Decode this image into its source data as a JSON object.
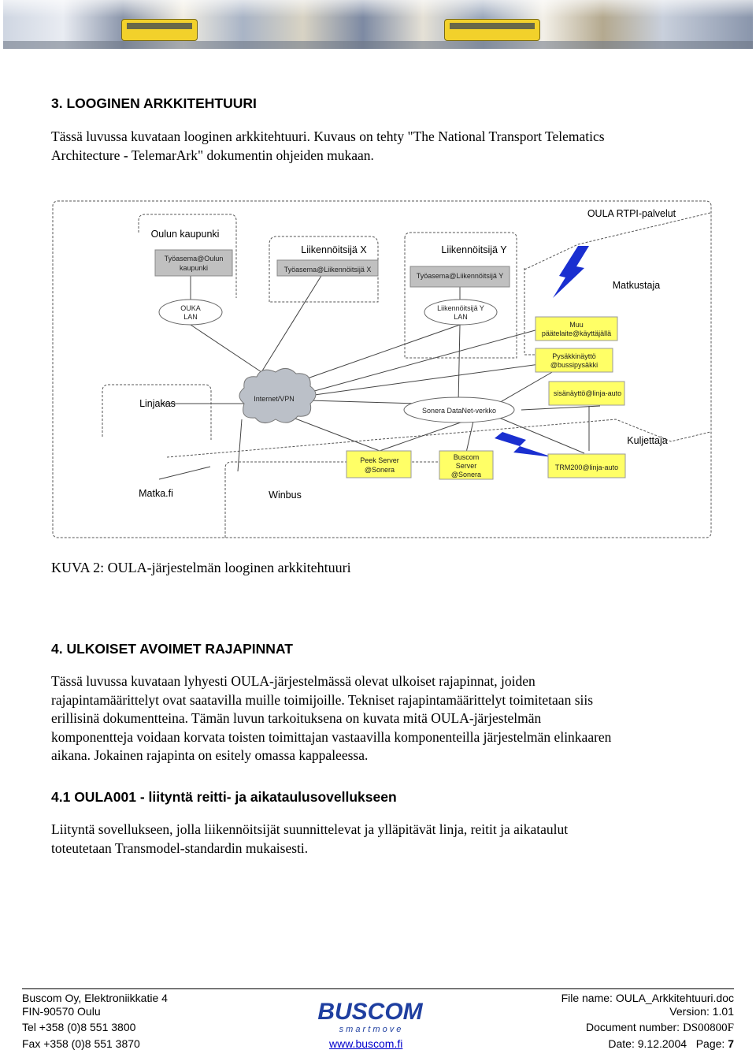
{
  "section3": {
    "heading": "3. LOOGINEN ARKKITEHTUURI",
    "lines": [
      "Tässä luvussa kuvataan looginen arkkitehtuuri. Kuvaus on tehty \"The National Transport Telematics",
      "Architecture - TelemarArk\" dokumentin ohjeiden mukaan."
    ]
  },
  "diagram": {
    "oulun_kaupunki": "Oulun kaupunki",
    "tyoasema_oulu_1": "Työasema@Oulun",
    "tyoasema_oulu_2": "kaupunki",
    "liikennoitsija_x": "Liikennöitsijä X",
    "tyoasema_x": "Työasema@Liikennöitsijä X",
    "liikennoitsija_y": "Liikennöitsijä Y",
    "tyoasema_y": "Työasema@Liikennöitsijä Y",
    "oula_rtpi": "OULA RTPI-palvelut",
    "matkustaja": "Matkustaja",
    "ouka_lan_1": "OUKA",
    "ouka_lan_2": "LAN",
    "liik_y_lan_1": "Liikennöitsijä Y",
    "liik_y_lan_2": "LAN",
    "muu_1": "Muu",
    "muu_2": "päätelaite@käyttäjällä",
    "pysakki_1": "Pysäkkinäyttö",
    "pysakki_2": "@bussipysäkki",
    "linjakas": "Linjakas",
    "internet_vpn": "Internet/VPN",
    "sonera": "Sonera DataNet-verkko",
    "sisanaytto": "sisänäyttö@linja-auto",
    "kuljettaja": "Kuljettaja",
    "peek_1": "Peek  Server",
    "peek_2": "@Sonera",
    "buscom_1": "Buscom",
    "buscom_2": "Server",
    "buscom_3": "@Sonera",
    "trm200": "TRM200@linja-auto",
    "matka": "Matka.fi",
    "winbus": "Winbus"
  },
  "caption": "KUVA 2: OULA-järjestelmän looginen arkkitehtuuri",
  "section4": {
    "heading": "4.  ULKOISET AVOIMET RAJAPINNAT",
    "lines": [
      "Tässä luvussa kuvataan lyhyesti OULA-järjestelmässä olevat ulkoiset rajapinnat, joiden",
      "rajapintamäärittelyt ovat saatavilla muille toimijoille. Tekniset rajapintamäärittelyt toimitetaan siis",
      "erillisinä dokumentteina. Tämän luvun tarkoituksena on kuvata mitä OULA-järjestelmän",
      "komponentteja voidaan korvata toisten toimittajan vastaavilla komponenteilla järjestelmän elinkaaren",
      "aikana. Jokainen rajapinta on esitely omassa kappaleessa."
    ]
  },
  "section41": {
    "heading": "4.1  OULA001 - liityntä reitti- ja aikataulusovellukseen",
    "lines": [
      "Liityntä sovellukseen, jolla liikennöitsijät suunnittelevat ja ylläpitävät linja, reitit ja aikataulut",
      "toteutetaan Transmodel-standardin mukaisesti."
    ]
  },
  "footer": {
    "company": "Buscom Oy, Elektroniikkatie 4",
    "postal": "FIN-90570 Oulu",
    "tel": "Tel  +358 (0)8 551 3800",
    "fax": "Fax  +358 (0)8 551 3870",
    "url": "www.buscom.fi",
    "logo_main": "BUSCOM",
    "logo_tag": "s m a r t   m o v e",
    "file_label": "File name: ",
    "file_value": "OULA_Arkkitehtuuri.doc",
    "version_label": "Version: ",
    "version_value": "1.01",
    "docnum_label": "Document number: ",
    "docnum_value": "DS00800F",
    "date_label": "Date: ",
    "date_value": "9.12.2004",
    "page_label": "   Page: ",
    "page_value": "7"
  },
  "colors": {
    "box_yellow": "#ffff66",
    "box_grey": "#c0c0c0",
    "lightning": "#1a2fd0",
    "link": "#0000cc",
    "logo_blue": "#1f3fa0"
  }
}
